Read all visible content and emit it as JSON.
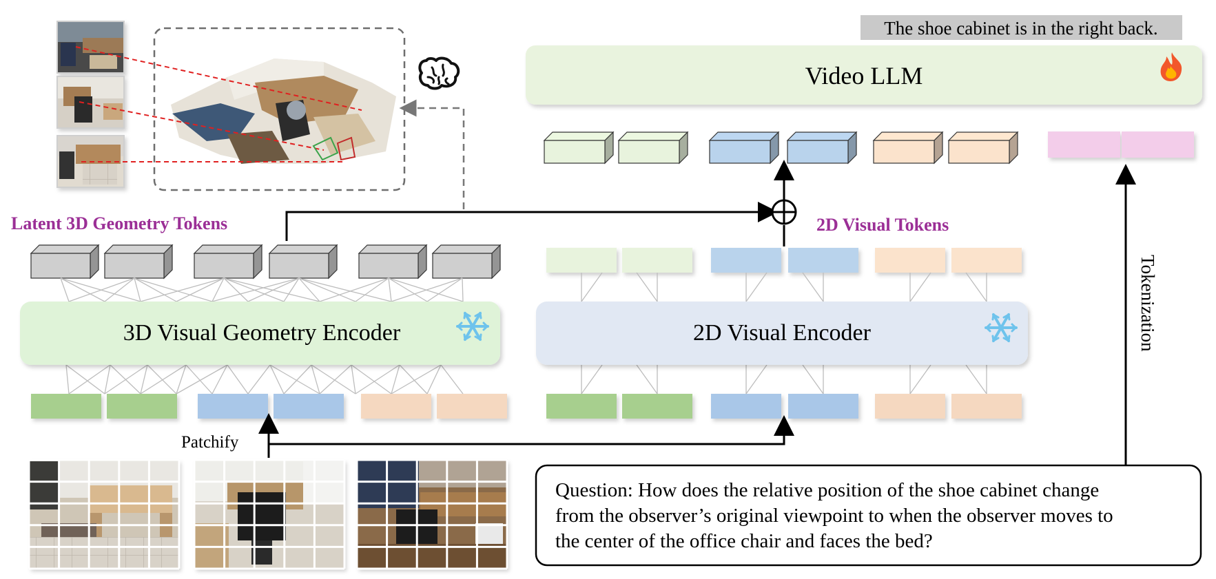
{
  "answer": {
    "text": "The shoe cabinet is in the right back."
  },
  "video_llm": {
    "label": "Video LLM",
    "status_icon": "fire-icon"
  },
  "geometry_tokens": {
    "label": "Latent 3D Geometry Tokens",
    "color": "#9b2f96"
  },
  "visual_tokens": {
    "label": "2D Visual Tokens",
    "color": "#9b2f96"
  },
  "encoder_3d": {
    "label": "3D Visual Geometry Encoder",
    "status_icon": "snowflake-icon"
  },
  "encoder_2d": {
    "label": "2D Visual Encoder",
    "status_icon": "snowflake-icon"
  },
  "patchify": {
    "label": "Patchify"
  },
  "tokenization": {
    "label": "Tokenization"
  },
  "question": {
    "lines": [
      "Question: How does the relative position of the shoe cabinet change",
      "from the observer’s original viewpoint to when the observer moves to",
      "the center of the office chair and faces the bed?"
    ]
  },
  "reasoning_icon": "brain-icon",
  "colors": {
    "green_token": "#e8f3dd",
    "blue_token": "#b9d3ec",
    "peach_token": "#fbe3cc",
    "gray_token": "#cfcfcf",
    "pink_token": "#f3cdea",
    "green_patch": "#a7cf8e",
    "blue_patch": "#a9c7e8",
    "peach_patch": "#f5d8c0",
    "llm_bg": "#e9f3de",
    "encoder3d_bg": "#dff3d8",
    "encoder2d_bg": "#e1e8f3"
  }
}
